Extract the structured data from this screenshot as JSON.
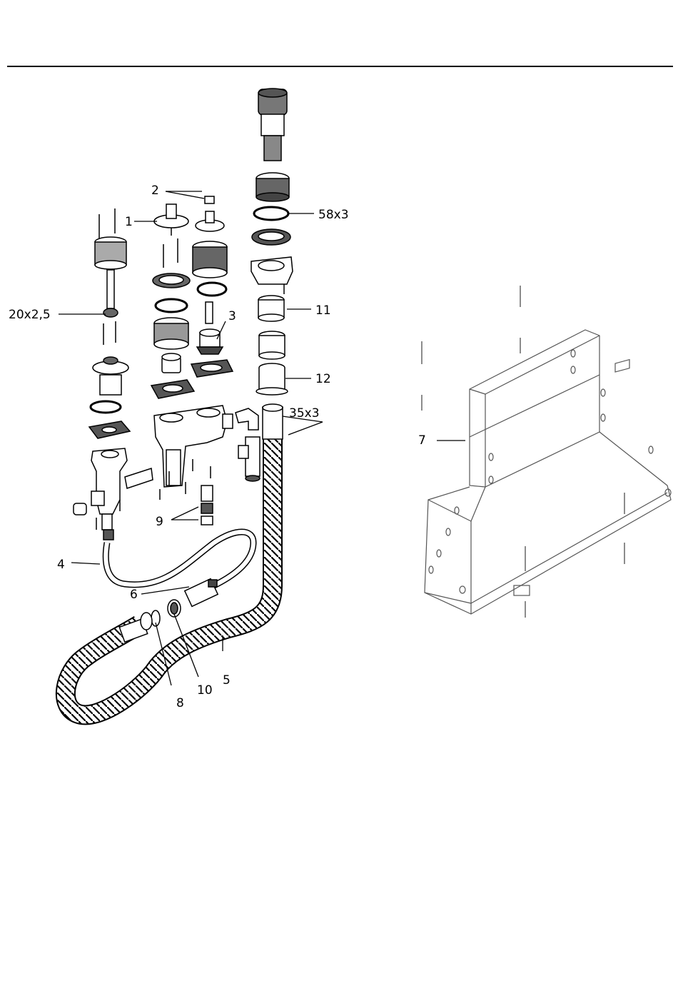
{
  "labels": {
    "l1": "1",
    "l2": "2",
    "l3": "3",
    "l4": "4",
    "l5": "5",
    "l6": "6",
    "l7": "7",
    "l8": "8",
    "l9": "9",
    "l10": "10",
    "l11": "11",
    "l12": "12",
    "l58x3": "58x3",
    "l35x3": "35x3",
    "l20x25": "20x2,5"
  },
  "colors": {
    "line": "#000000",
    "part_fill": "#ffffff",
    "dark_part": "#4a4a4a",
    "grey_line": "#555555"
  }
}
